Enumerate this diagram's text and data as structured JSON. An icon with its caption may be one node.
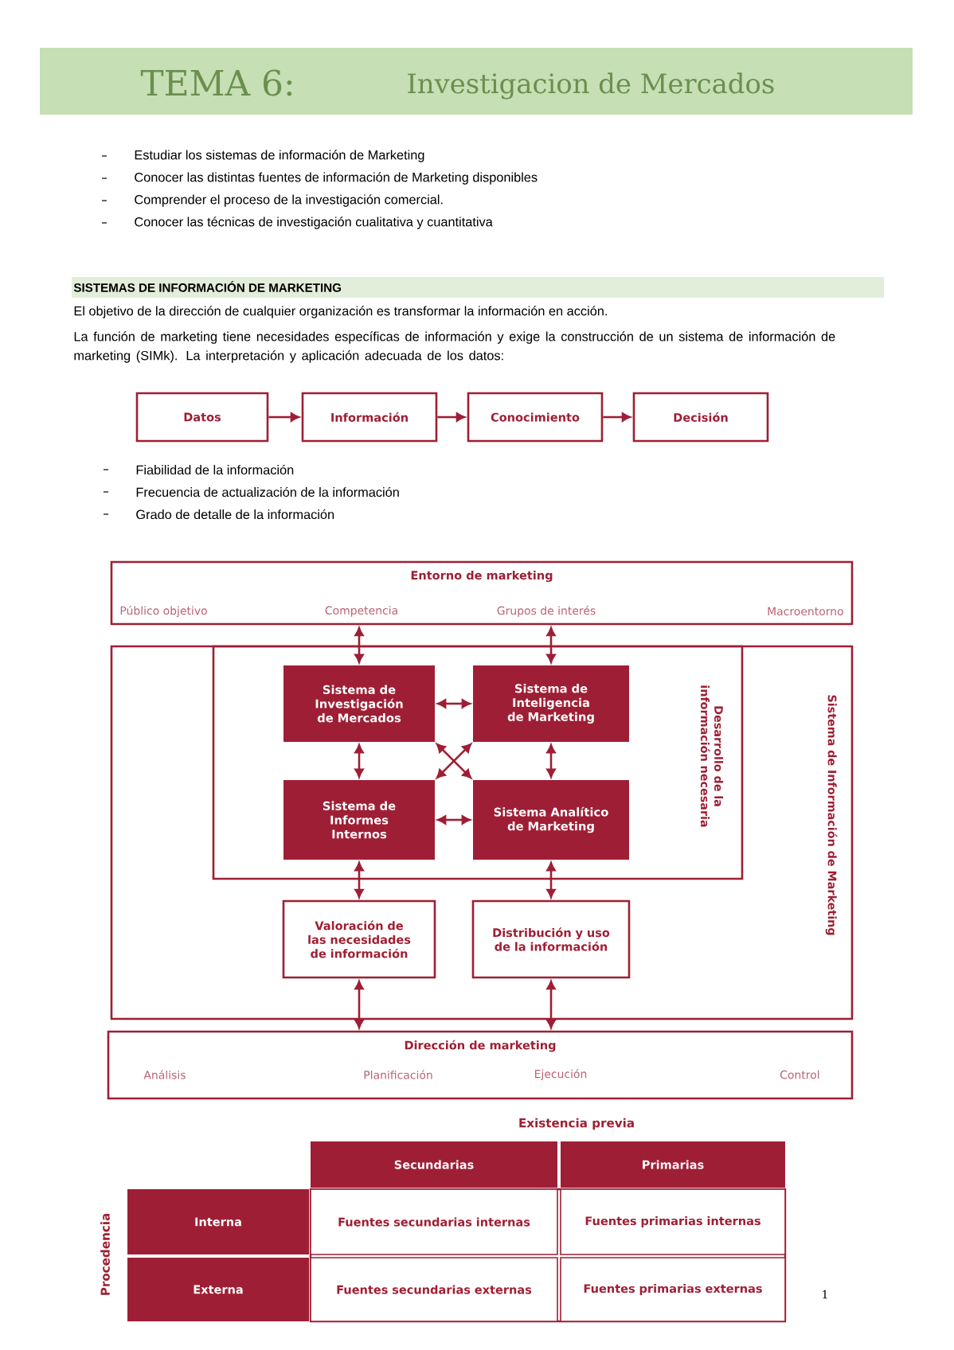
{
  "diagram": {
    "title": "TEMA 6:",
    "nodes": [
      {
        "text": [
          "Datos"
        ]
      },
      {
        "text": [
          "Información"
        ]
      },
      {
        "text": [
          "Conocimiento"
        ]
      },
      {
        "text": [
          "Decisión"
        ]
      },
      {
        "text": [
          "Entorno de marketing",
          "Público objetivo",
          "Competencia",
          "Grupos de interés",
          "Macroentorno"
        ]
      },
      {
        "text": [
          "Sistema de Información de Marketing"
        ]
      },
      {
        "text": [
          "Desarrollo de la información necesaria"
        ],
        "in": 5
      },
      {
        "text": [
          "Sistema de Investigación de Mercados"
        ],
        "in": 6
      },
      {
        "text": [
          "Sistema de Inteligencia de Marketing"
        ],
        "in": 6
      },
      {
        "text": [
          "Sistema de Informes Internos"
        ],
        "in": 6
      },
      {
        "text": [
          "Sistema Analítico de Marketing"
        ],
        "in": 6
      },
      {
        "text": [
          "Valoración de las necesidades de información"
        ],
        "in": 5
      },
      {
        "text": [
          "Distribución y uso de la información"
        ],
        "in": 5
      },
      {
        "text": [
          "Dirección de marketing",
          "Análisis",
          "Planificación",
          "Ejecución",
          "Control"
        ]
      }
    ],
    "edges": [
      {
        "from": 0,
        "to": 1,
        "arrow": "to"
      },
      {
        "from": 1,
        "to": 2,
        "arrow": "to"
      },
      {
        "from": 2,
        "to": 3,
        "arrow": "to"
      },
      {
        "from": 4,
        "to": 7,
        "arrow": "both"
      },
      {
        "from": 4,
        "to": 8,
        "arrow": "both"
      },
      {
        "from": 7,
        "to": 8,
        "arrow": "both"
      },
      {
        "from": 7,
        "to": 9,
        "arrow": "both"
      },
      {
        "from": 8,
        "to": 10,
        "arrow": "both"
      },
      {
        "from": 7,
        "to": 10,
        "arrow": "both"
      },
      {
        "from": 8,
        "to": 9,
        "arrow": "both"
      },
      {
        "from": 9,
        "to": 10,
        "arrow": "both"
      },
      {
        "from": 9,
        "to": 11,
        "arrow": "both"
      },
      {
        "from": 10,
        "to": 12,
        "arrow": "both"
      },
      {
        "from": 11,
        "to": 13,
        "arrow": "both"
      },
      {
        "from": 12,
        "to": 13,
        "arrow": "both"
      }
    ],
    "labels": [
      "Investigacion de Mercados",
      "Estudiar los sistemas de información de Marketing",
      "Conocer las distintas fuentes de información de Marketing disponibles",
      "Comprender el proceso de la investigación comercial.",
      "Conocer las técnicas de investigación cualitativa y cuantitativa",
      "SISTEMAS DE INFORMACIÓN DE MARKETING",
      "El objetivo de la dirección de cualquier organización es transformar la información en acción.",
      "La función de marketing tiene necesidades específicas de información y exige la construcción de un sistema de información de marketing (SIMk). La interpretación y aplicación adecuada de los datos:",
      "Fiabilidad de la información",
      "Frecuencia de actualización de la información",
      "Grado de detalle de la información",
      "Existencia previa",
      "Secundarias",
      "Primarias",
      "Procedencia",
      "Interna",
      "Fuentes secundarias internas",
      "Fuentes primarias internas",
      "Externa",
      "Fuentes secundarias externas",
      "Fuentes primarias externas",
      "1"
    ]
  }
}
